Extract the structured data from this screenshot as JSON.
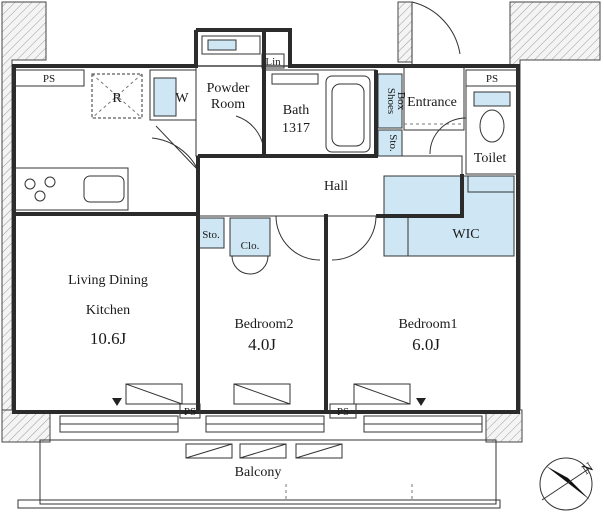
{
  "rooms": {
    "ps_top_left": "PS",
    "ps_top_right": "PS",
    "ps_bottom_left": "PS",
    "ps_bottom_mid": "PS",
    "refrigerator": "R",
    "washer": "W",
    "linen": "Lin",
    "powder_room_line1": "Powder",
    "powder_room_line2": "Room",
    "bath_line1": "Bath",
    "bath_line2": "1317",
    "shoes_box_line1": "Shoes",
    "shoes_box_line2": "Box",
    "storage_bath": "Sto.",
    "entrance": "Entrance",
    "toilet": "Toilet",
    "hall": "Hall",
    "wic": "WIC",
    "storage_hall": "Sto.",
    "closet": "Clo.",
    "ldk_line1": "Living Dining",
    "ldk_line2": "Kitchen",
    "ldk_size": "10.6J",
    "bedroom2": "Bedroom2",
    "bedroom2_size": "4.0J",
    "bedroom1": "Bedroom1",
    "bedroom1_size": "6.0J",
    "balcony": "Balcony"
  },
  "compass": {
    "label": "N"
  },
  "colors": {
    "fixture_blue": "#cfe7f5",
    "wall": "#2b2b2b"
  }
}
